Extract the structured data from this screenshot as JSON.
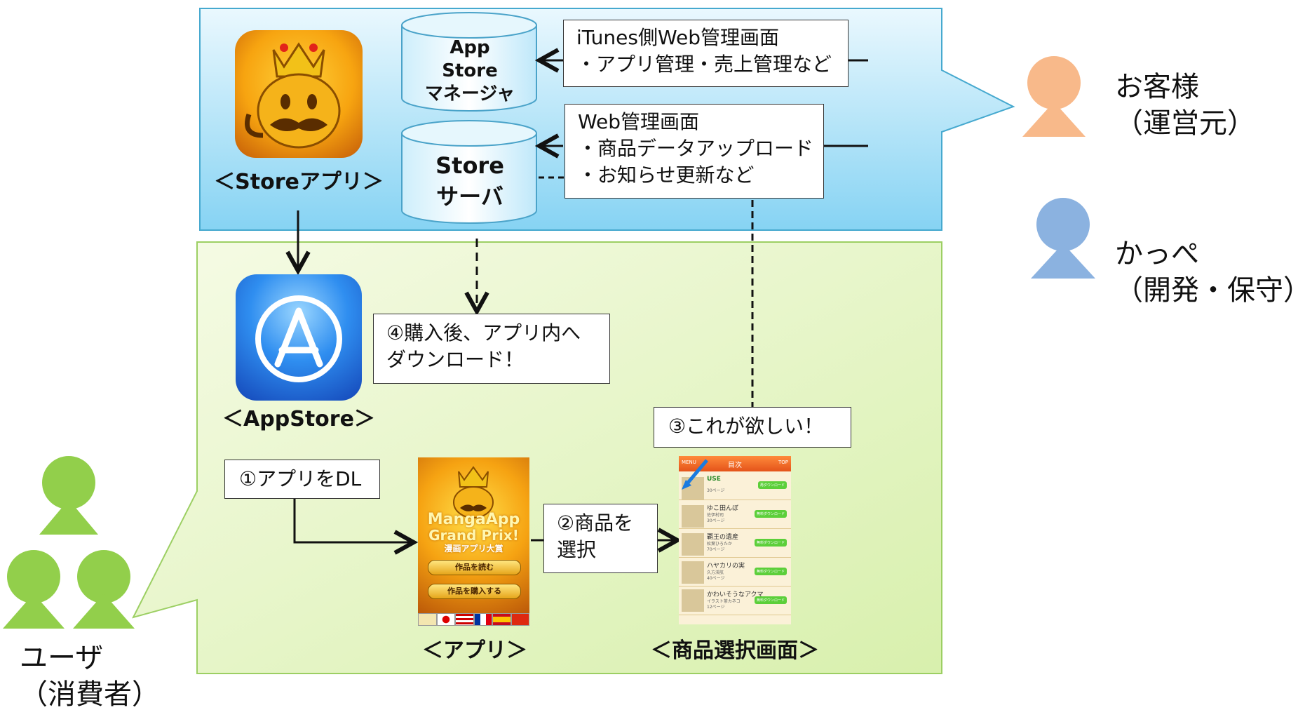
{
  "top_region": {
    "store_app_label": "＜Storeアプリ＞",
    "app_store_manager": [
      "App",
      "Store",
      "マネージャ"
    ],
    "store_server": [
      "Store",
      "サーバ"
    ],
    "itunes_box": [
      "iTunes側Web管理画面",
      "・アプリ管理・売上管理など"
    ],
    "web_admin_box": [
      "Web管理画面",
      "・商品データアップロード",
      "・お知らせ更新など"
    ]
  },
  "bottom_region": {
    "appstore_label": "＜AppStore＞",
    "step4": [
      "④購入後、アプリ内へ",
      "ダウンロード！"
    ],
    "step1": "①アプリをDL",
    "step2": [
      "②商品を",
      "選択"
    ],
    "step3": "③これが欲しい！",
    "app_label": "＜アプリ＞",
    "product_select_label": "＜商品選択画面＞"
  },
  "manga_app_screen": {
    "logo_line1": "MangaApp",
    "logo_line2": "Grand Prix!",
    "subtitle": "漫画アプリ大賞",
    "btn_read": "作品を読む",
    "btn_buy": "作品を購入する"
  },
  "product_screen": {
    "header_title": "目次",
    "header_left": "MENU",
    "header_right": "TOP",
    "rows": [
      {
        "title": "USE",
        "meta": "30ページ",
        "button": "再ダウンロード"
      },
      {
        "title": "ゆこ田んぼ",
        "meta": "佐伊村司\n30ページ",
        "button": "無料ダウンロード"
      },
      {
        "title": "覇王の遺産",
        "meta": "松葉ひろたか\n70ページ",
        "button": "無料ダウンロード"
      },
      {
        "title": "ハヤカリの実",
        "meta": "久方渓航\n40ページ",
        "button": "無料ダウンロード"
      },
      {
        "title": "かわいそうなアクマ",
        "meta": "イラスト茶カネコ\n12ページ",
        "button": "無料ダウンロード"
      }
    ]
  },
  "legend": {
    "client": [
      "お客様",
      "（運営元）"
    ],
    "kappe": [
      "かっぺ",
      "（開発・保守）"
    ],
    "user": [
      "ユーザ",
      "（消費者）"
    ]
  },
  "colors": {
    "top_fill_light": "#dff3fc",
    "top_fill_dark": "#7fd0f2",
    "bottom_fill_light": "#f4fbe2",
    "bottom_fill_dark": "#d6efa8",
    "client_person": "#f8b98a",
    "kappe_person": "#8bb2e0",
    "user_person": "#92cf4b"
  }
}
